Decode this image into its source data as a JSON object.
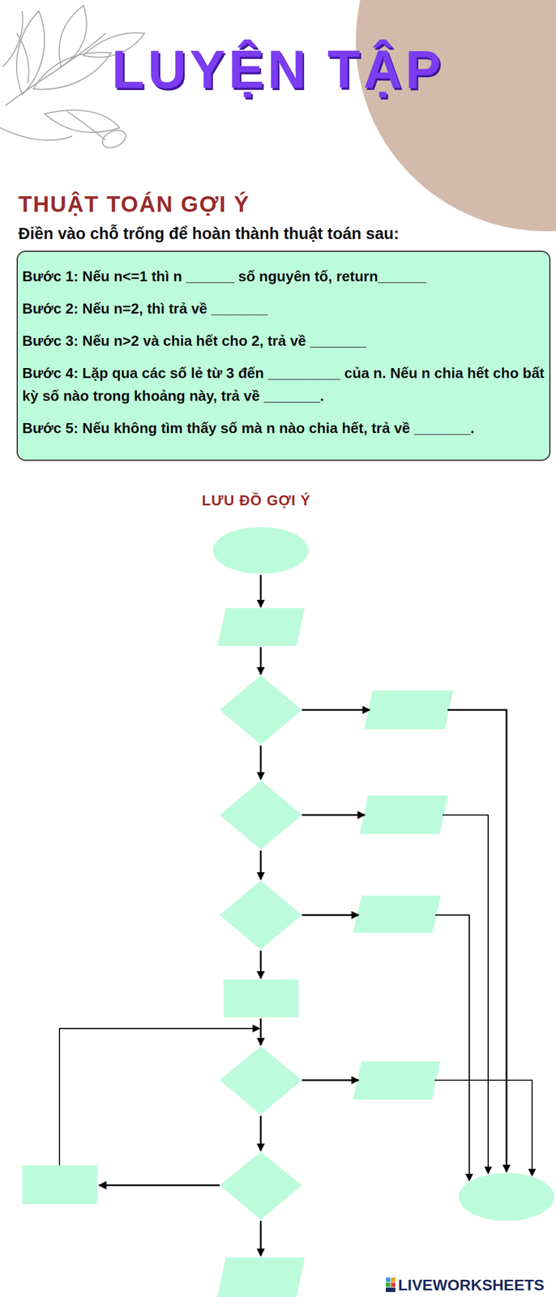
{
  "diagram": {
    "title": "LUYỆN TẬP",
    "nodes": [
      {
        "text": [
          "Bước 1: Nếu n<=1 thì n ______ số nguyên tố, return______",
          "Bước 2: Nếu n=2, thì trả về _______",
          "Bước 3: Nếu n>2 và chia hết cho 2, trả về _______",
          "Bước 4: Lặp qua các số lẻ từ 3 đến _________ của n. Nếu n chia hết cho bất kỳ số nào trong khoảng này, trả về _______.",
          "Bước 5: Nếu không tìm thấy số mà n nào chia hết, trả về _______."
        ]
      }
    ],
    "labels": [
      "THUẬT TOÁN GỢI Ý",
      "Điền vào chỗ trống để hoàn thành thuật toán sau:",
      "LƯU ĐỒ GỢI Ý",
      "LIVEWORKSHEETS"
    ]
  }
}
